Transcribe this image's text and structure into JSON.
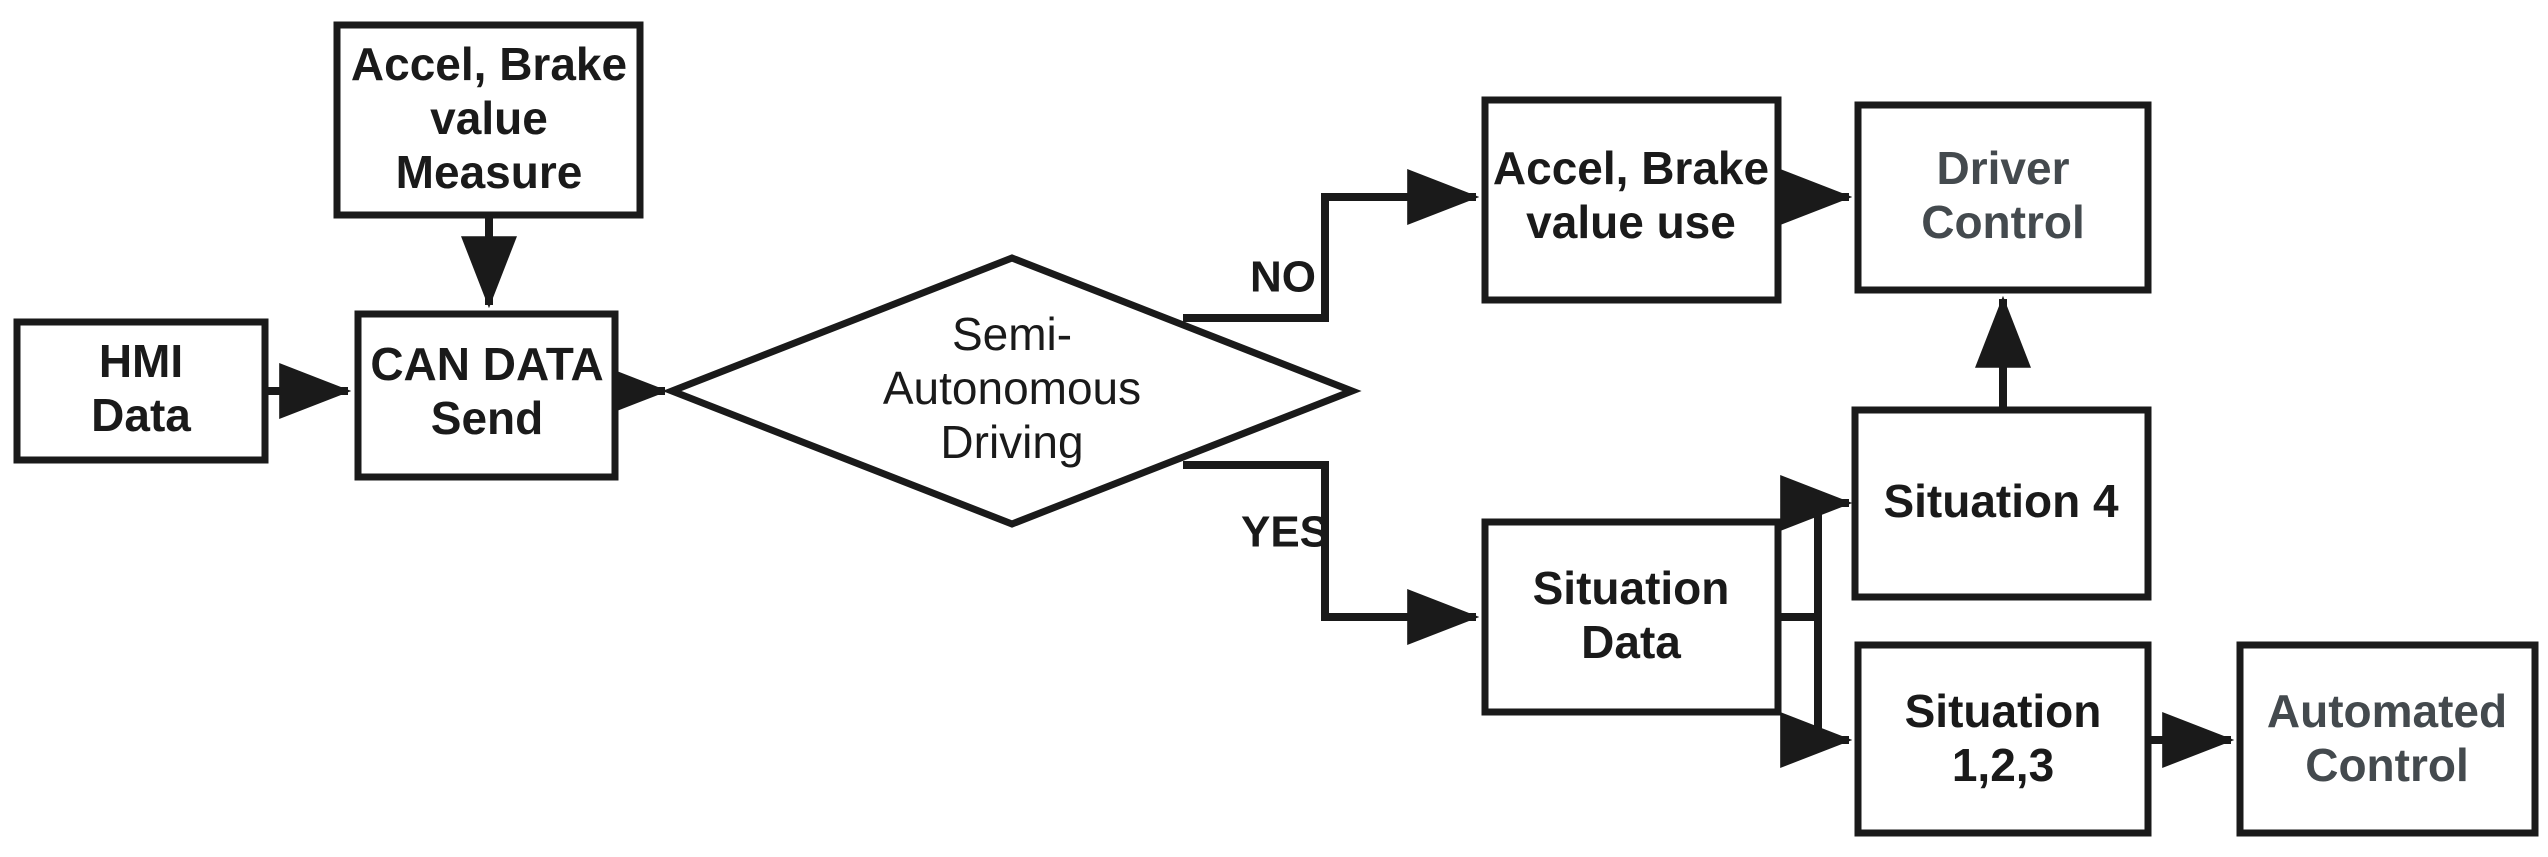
{
  "diagram": {
    "title": "Semi-Autonomous Driving Control Flowchart",
    "type": "flowchart",
    "background_color": "#ffffff",
    "line_color": "#1a1a1a",
    "text_color": "#1a1a1a",
    "muted_text_color": "#444a4e"
  },
  "nodes": {
    "hmi_data": {
      "shape": "rectangle",
      "lines": [
        "HMI",
        "Data"
      ]
    },
    "accel_brake_measure": {
      "shape": "rectangle",
      "lines": [
        "Accel, Brake",
        "value",
        "Measure"
      ]
    },
    "can_data_send": {
      "shape": "rectangle",
      "lines": [
        "CAN DATA",
        "Send"
      ]
    },
    "semi_autonomous_driving": {
      "shape": "diamond",
      "lines": [
        "Semi-",
        "Autonomous",
        "Driving"
      ]
    },
    "accel_brake_use": {
      "shape": "rectangle",
      "lines": [
        "Accel, Brake",
        "value use"
      ]
    },
    "driver_control": {
      "shape": "rectangle",
      "lines": [
        "Driver",
        "Control"
      ]
    },
    "situation_data": {
      "shape": "rectangle",
      "lines": [
        "Situation",
        "Data"
      ]
    },
    "situation_4": {
      "shape": "rectangle",
      "lines": [
        "Situation 4"
      ]
    },
    "situation_123": {
      "shape": "rectangle",
      "lines": [
        "Situation",
        "1,2,3"
      ]
    },
    "automated_control": {
      "shape": "rectangle",
      "lines": [
        "Automated",
        "Control"
      ]
    }
  },
  "edge_labels": {
    "no": "NO",
    "yes": "YES"
  },
  "flow": [
    {
      "from": "hmi_data",
      "to": "can_data_send",
      "label": ""
    },
    {
      "from": "accel_brake_measure",
      "to": "can_data_send",
      "label": ""
    },
    {
      "from": "can_data_send",
      "to": "semi_autonomous_driving",
      "label": ""
    },
    {
      "from": "semi_autonomous_driving",
      "to": "accel_brake_use",
      "label": "NO"
    },
    {
      "from": "semi_autonomous_driving",
      "to": "situation_data",
      "label": "YES"
    },
    {
      "from": "accel_brake_use",
      "to": "driver_control",
      "label": ""
    },
    {
      "from": "situation_data",
      "to": "situation_4",
      "label": ""
    },
    {
      "from": "situation_data",
      "to": "situation_123",
      "label": ""
    },
    {
      "from": "situation_4",
      "to": "driver_control",
      "label": ""
    },
    {
      "from": "situation_123",
      "to": "automated_control",
      "label": ""
    }
  ]
}
